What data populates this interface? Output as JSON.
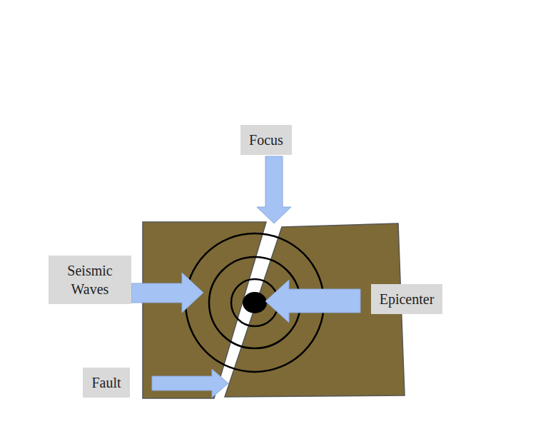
{
  "diagram": {
    "nodes": [
      {
        "text": [
          "Focus"
        ]
      },
      {
        "text": [
          "Seismic Waves"
        ]
      },
      {
        "text": [
          "Epicenter"
        ]
      },
      {
        "text": [
          "Fault"
        ]
      }
    ]
  }
}
